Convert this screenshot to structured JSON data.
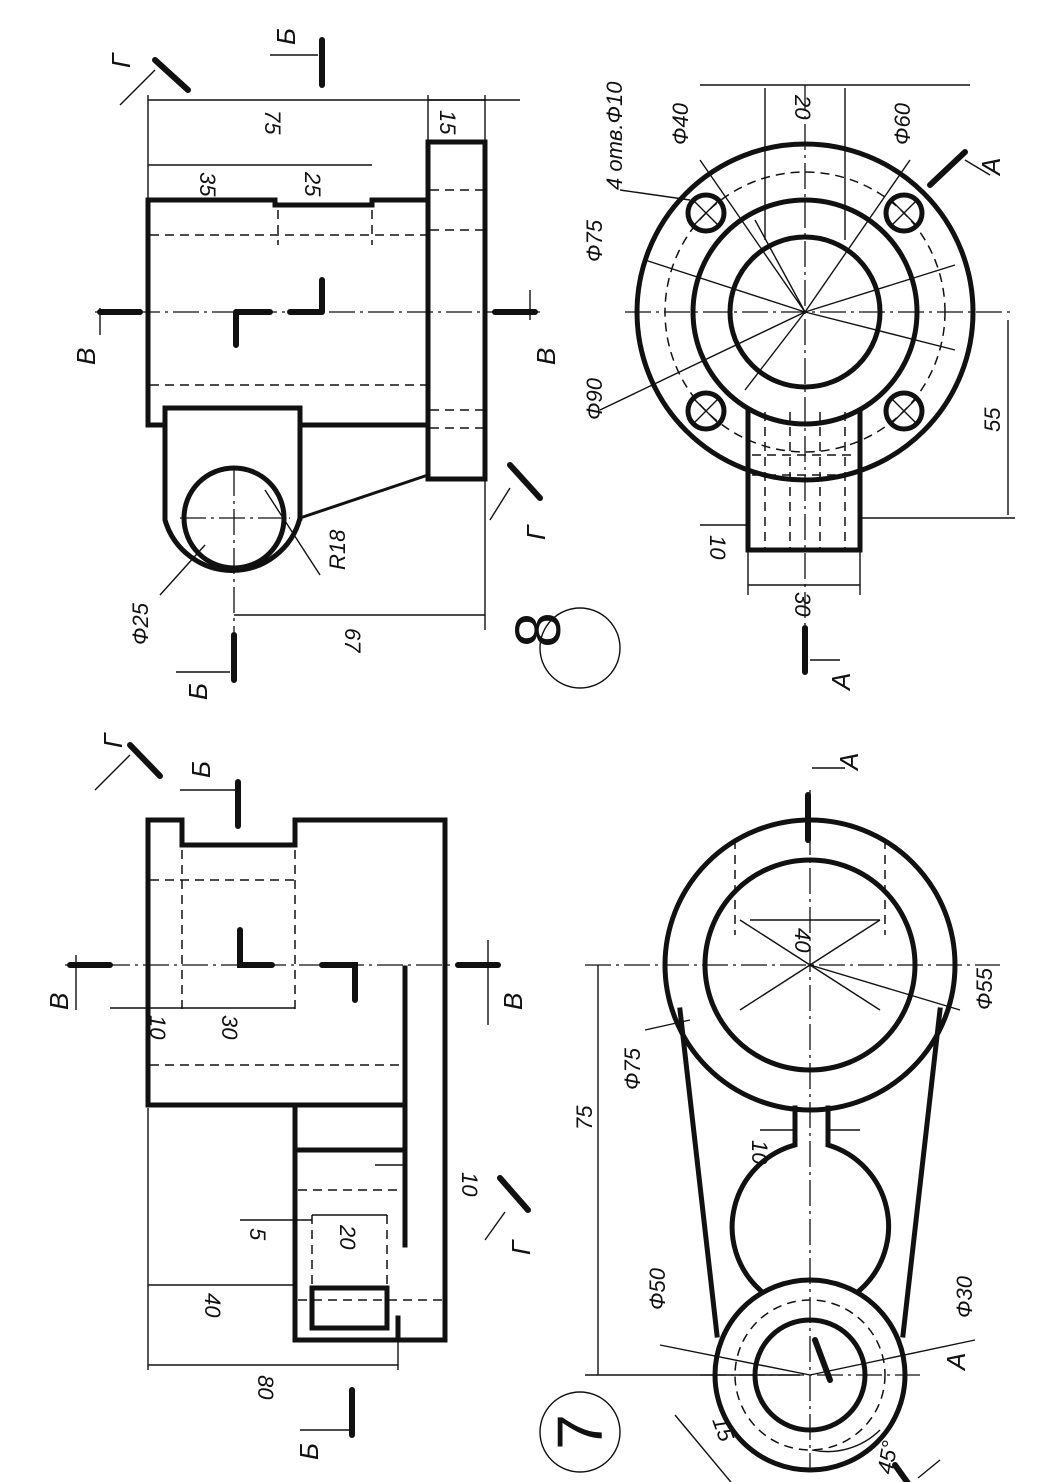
{
  "sheet": {
    "drawing_8": {
      "number": "8",
      "section_labels": [
        "Г",
        "Б",
        "В",
        "В",
        "Г",
        "Б",
        "А",
        "А"
      ],
      "front_view_dims": [
        "75",
        "15",
        "35",
        "25",
        "Ф25",
        "R18",
        "67"
      ],
      "top_view_dims": [
        "4 отв.Ф10",
        "Ф40",
        "20",
        "Ф60",
        "Ф75",
        "Ф90",
        "55",
        "10",
        "30"
      ]
    },
    "drawing_7": {
      "number": "7",
      "section_labels": [
        "Г",
        "Б",
        "В",
        "В",
        "Г",
        "Б",
        "А",
        "А"
      ],
      "front_view_dims": [
        "10",
        "30",
        "10",
        "5",
        "20",
        "40",
        "80"
      ],
      "top_view_dims": [
        "40",
        "Ф55",
        "Ф75",
        "75",
        "10",
        "Ф50",
        "Ф30",
        "15",
        "45°"
      ]
    }
  }
}
